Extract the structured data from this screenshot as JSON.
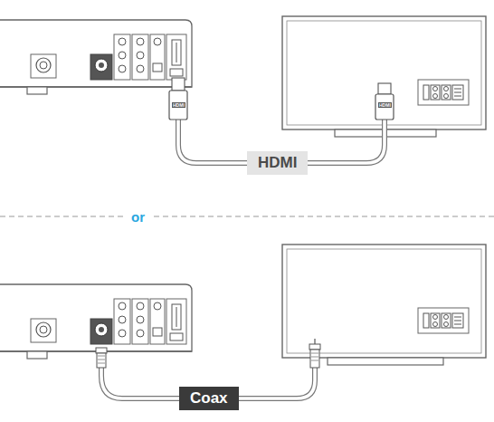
{
  "diagram": {
    "labels": [
      "HDMI",
      "HDMI",
      "HDMI",
      "or",
      "Coax"
    ]
  }
}
